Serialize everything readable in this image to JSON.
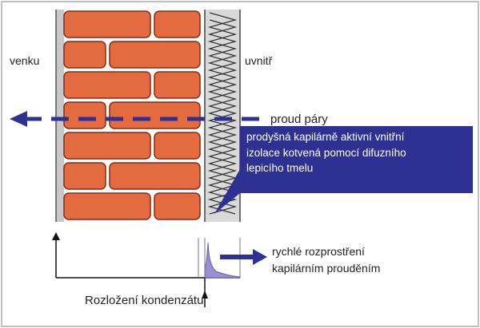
{
  "labels": {
    "outside": "venku",
    "inside": "uvnitř",
    "vapor_flow": "proud páry",
    "callout_lines": [
      "prodyšná kapilárně aktivní vnitřní",
      "izolace kotvená pomocí difuzního",
      "lepicího tmelu"
    ],
    "condensate_distribution": "Rozložení kondenzátu",
    "capillary_lines": [
      "rychlé rozprostření",
      "kapilárním prouděním"
    ]
  },
  "colors": {
    "brick": "#e36b3f",
    "brick_outline": "#8a2a14",
    "mortar": "#ffffff",
    "arrow_blue": "#2e3192",
    "callout_bg": "#2e3192",
    "insulation_bg": "#d9d9d9",
    "insulation_line": "#333333",
    "plaster": "#c8c8c8",
    "condensate_fill": "#9a8fd0",
    "frame": "#bfbfbf"
  }
}
